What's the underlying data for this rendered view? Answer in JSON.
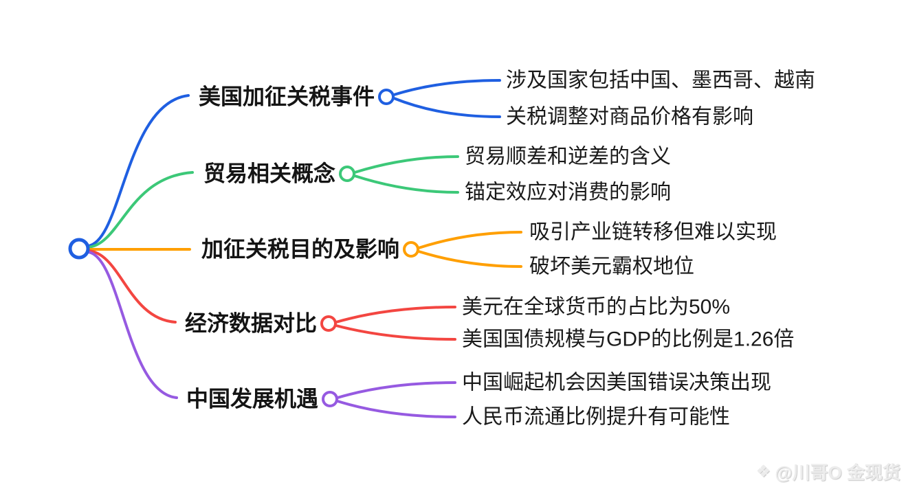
{
  "root": {
    "color": "#1f5fe1"
  },
  "branches": [
    {
      "label": "美国加征关税事件",
      "color": "#1f5fe1",
      "children": [
        "涉及国家包括中国、墨西哥、越南",
        "关税调整对商品价格有影响"
      ]
    },
    {
      "label": "贸易相关概念",
      "color": "#3cc878",
      "children": [
        "贸易顺差和逆差的含义",
        "锚定效应对消费的影响"
      ]
    },
    {
      "label": "加征关税目的及影响",
      "color": "#ff9f00",
      "children": [
        "吸引产业链转移但难以实现",
        "破坏美元霸权地位"
      ]
    },
    {
      "label": "经济数据对比",
      "color": "#f34641",
      "children": [
        "美元在全球货币的占比为50%",
        "美国国债规模与GDP的比例是1.26倍"
      ]
    },
    {
      "label": "中国发展机遇",
      "color": "#965ae1",
      "children": [
        "中国崛起机会因美国错误决策出现",
        "人民币流通比例提升有可能性"
      ]
    }
  ],
  "watermark": {
    "logo": "❖",
    "text": "@川哥O 金现货"
  },
  "text_color": "#1a1a1a",
  "background_color": "#ffffff"
}
